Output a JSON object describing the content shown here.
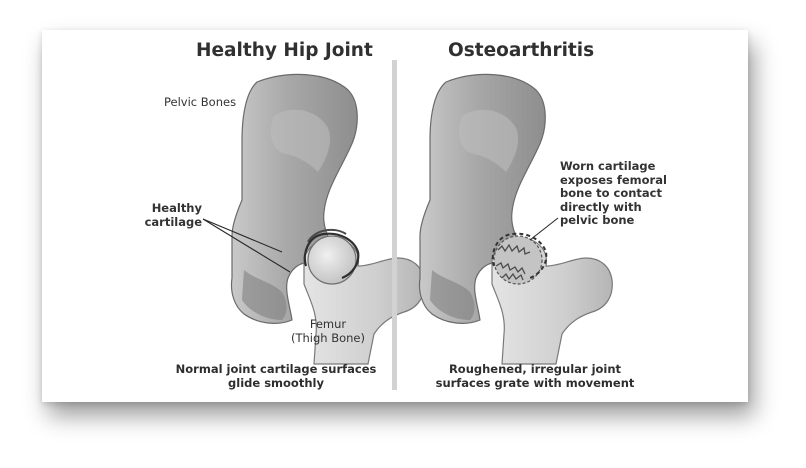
{
  "left_panel": {
    "title": "Healthy Hip Joint",
    "label_pelvic": "Pelvic Bones",
    "label_cartilage_line1": "Healthy",
    "label_cartilage_line2": "cartilage",
    "label_femur_line1": "Femur",
    "label_femur_line2": "(Thigh Bone)",
    "caption_line1": "Normal joint cartilage surfaces",
    "caption_line2": "glide smoothly"
  },
  "right_panel": {
    "title": "Osteoarthritis",
    "annotation_lines": [
      "Worn cartilage",
      "exposes femoral",
      "bone to contact",
      "directly with",
      "pelvic bone"
    ],
    "caption_line1": "Roughened, irregular joint",
    "caption_line2": "surfaces grate with movement"
  }
}
